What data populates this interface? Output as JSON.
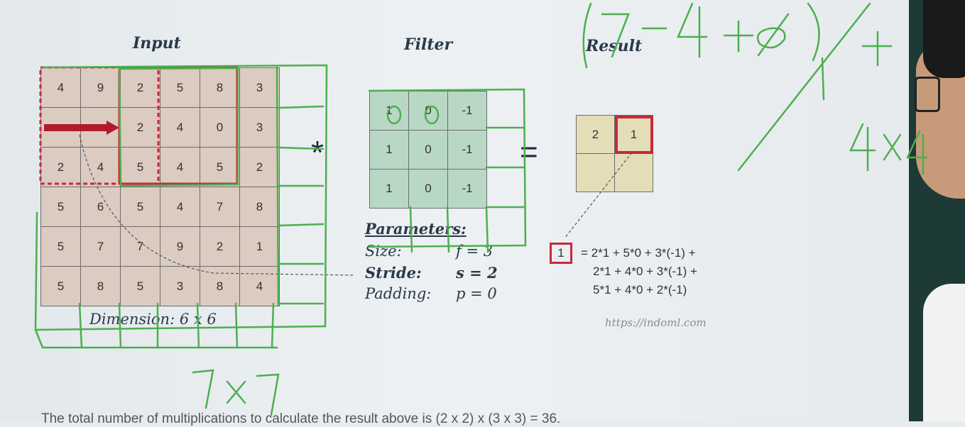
{
  "headings": {
    "input": "Input",
    "filter": "Filter",
    "result": "Result"
  },
  "input_matrix": [
    [
      "4",
      "9",
      "2",
      "5",
      "8",
      "3"
    ],
    [
      "",
      "",
      "2",
      "4",
      "0",
      "3"
    ],
    [
      "2",
      "4",
      "5",
      "4",
      "5",
      "2"
    ],
    [
      "5",
      "6",
      "5",
      "4",
      "7",
      "8"
    ],
    [
      "5",
      "7",
      "7",
      "9",
      "2",
      "1"
    ],
    [
      "5",
      "8",
      "5",
      "3",
      "8",
      "4"
    ]
  ],
  "filter_matrix": [
    [
      "1",
      "0",
      "-1"
    ],
    [
      "1",
      "0",
      "-1"
    ],
    [
      "1",
      "0",
      "-1"
    ]
  ],
  "result_matrix": [
    [
      "2",
      "1"
    ],
    [
      "",
      ""
    ]
  ],
  "operators": {
    "convolve": "*",
    "equals": "="
  },
  "parameters": {
    "title": "Parameters:",
    "size_label": "Size:",
    "size_value": "f = 3",
    "stride_label": "Stride:",
    "stride_value": "s = 2",
    "padding_label": "Padding:",
    "padding_value": "p = 0"
  },
  "calculation": {
    "result_value": "1",
    "line1": "= 2*1 + 5*0 + 3*(-1) +",
    "line2": "2*1 + 4*0 + 3*(-1) +",
    "line3": "5*1 + 4*0 + 2*(-1)"
  },
  "dimension": "Dimension: 6 x 6",
  "url": "https://indoml.com",
  "footer_text": "The total number of multiplications to calculate the result above is (2 x 2) x (3 x 3) = 36.",
  "handwriting": {
    "formula": "(7-4+0)/1 +",
    "size_right": "4x4",
    "size_bottom": "7x7"
  },
  "colors": {
    "highlight_red": "#c8283c",
    "ink_green": "#4caf4f",
    "arrow_red": "#b01a2a"
  }
}
